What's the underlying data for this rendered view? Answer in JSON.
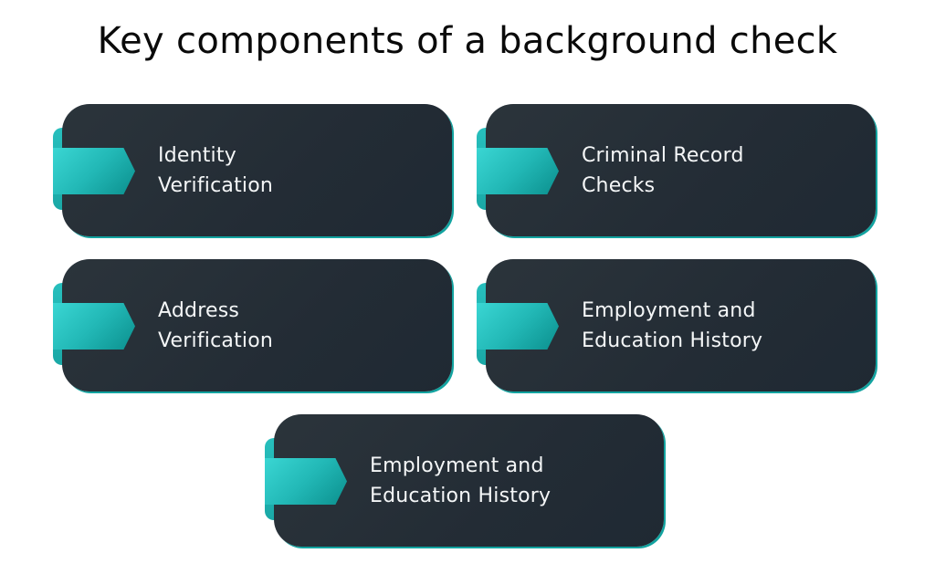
{
  "title": "Key components of a background check",
  "colors": {
    "card_background": "#232c35",
    "accent_teal": "#22b8b6",
    "accent_teal_dark": "#0b8f8d",
    "text_light": "#f4f6f7",
    "title_text": "#0a0a0a"
  },
  "cards": [
    {
      "line1": "Identity",
      "line2": "Verification",
      "icon": "ribbon-tab-icon"
    },
    {
      "line1": "Criminal Record",
      "line2": "Checks",
      "icon": "ribbon-tab-icon"
    },
    {
      "line1": "Address",
      "line2": "Verification",
      "icon": "ribbon-tab-icon"
    },
    {
      "line1": "Employment and",
      "line2": "Education History",
      "icon": "ribbon-tab-icon"
    },
    {
      "line1": "Employment and",
      "line2": "Education History",
      "icon": "ribbon-tab-icon"
    }
  ]
}
